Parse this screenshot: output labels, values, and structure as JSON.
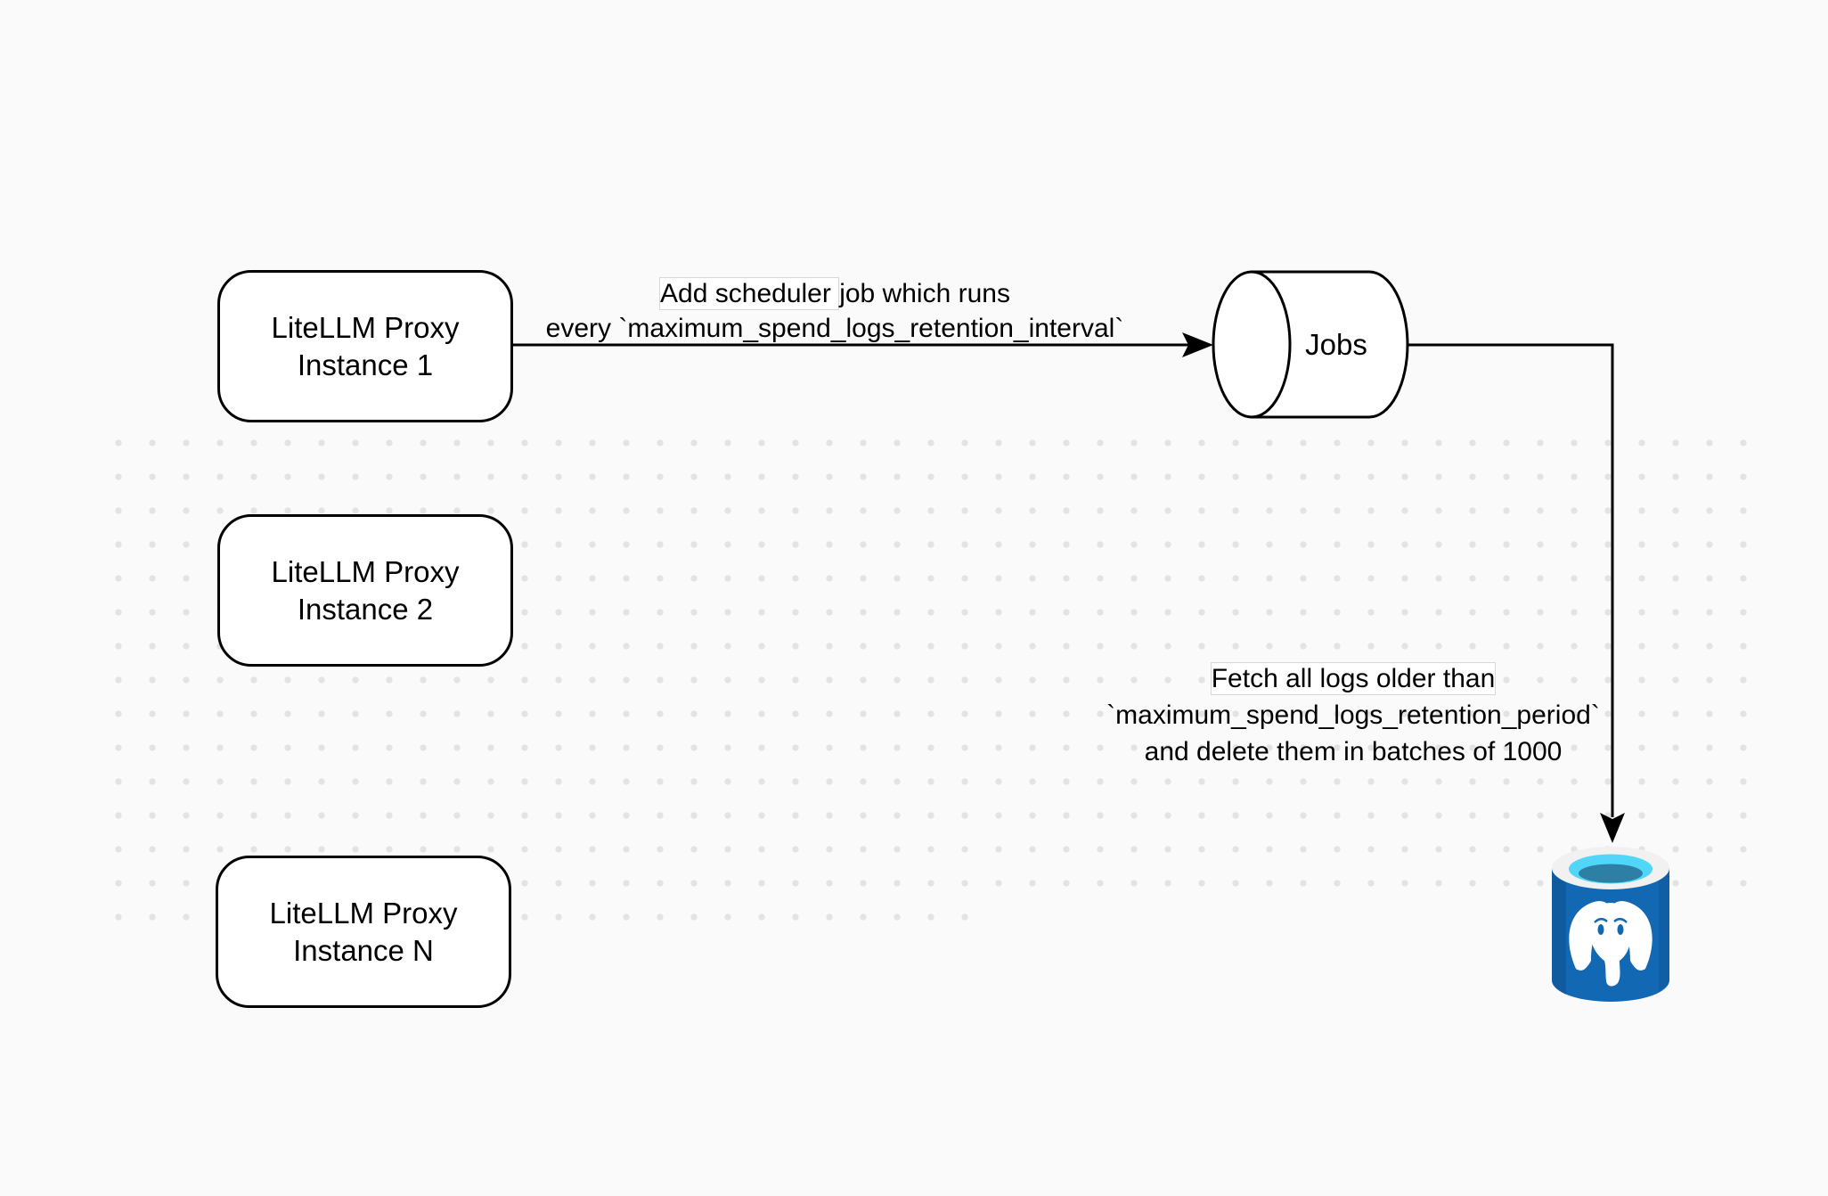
{
  "canvas": {
    "background": "#fafafa",
    "dot_color": "#e3e3e3"
  },
  "nodes": {
    "proxy1": {
      "line1": "LiteLLM Proxy",
      "line2": "Instance 1"
    },
    "proxy2": {
      "line1": "LiteLLM Proxy",
      "line2": "Instance 2"
    },
    "proxyN": {
      "line1": "LiteLLM Proxy",
      "line2": "Instance N"
    },
    "jobs": {
      "label": "Jobs"
    },
    "database": {
      "type": "postgresql-database"
    }
  },
  "edges": {
    "schedule": {
      "line1_boxed": "Add scheduler ",
      "line1_rest": "job which runs",
      "line2": "every `maximum_spend_logs_retention_interval`"
    },
    "fetch": {
      "line1": "Fetch all logs older than",
      "line2": "`maximum_spend_logs_retention_period`",
      "line3": "and delete them in batches of 1000"
    }
  },
  "colors": {
    "stroke": "#000000",
    "node_fill": "#ffffff",
    "pg_body": "#1268b3",
    "pg_body_light": "#1b78cd",
    "pg_rim": "#f1f1f1",
    "pg_cyan": "#4fd6f8",
    "pg_dark": "#2d7fa6",
    "pg_eye": "#1268b3"
  }
}
